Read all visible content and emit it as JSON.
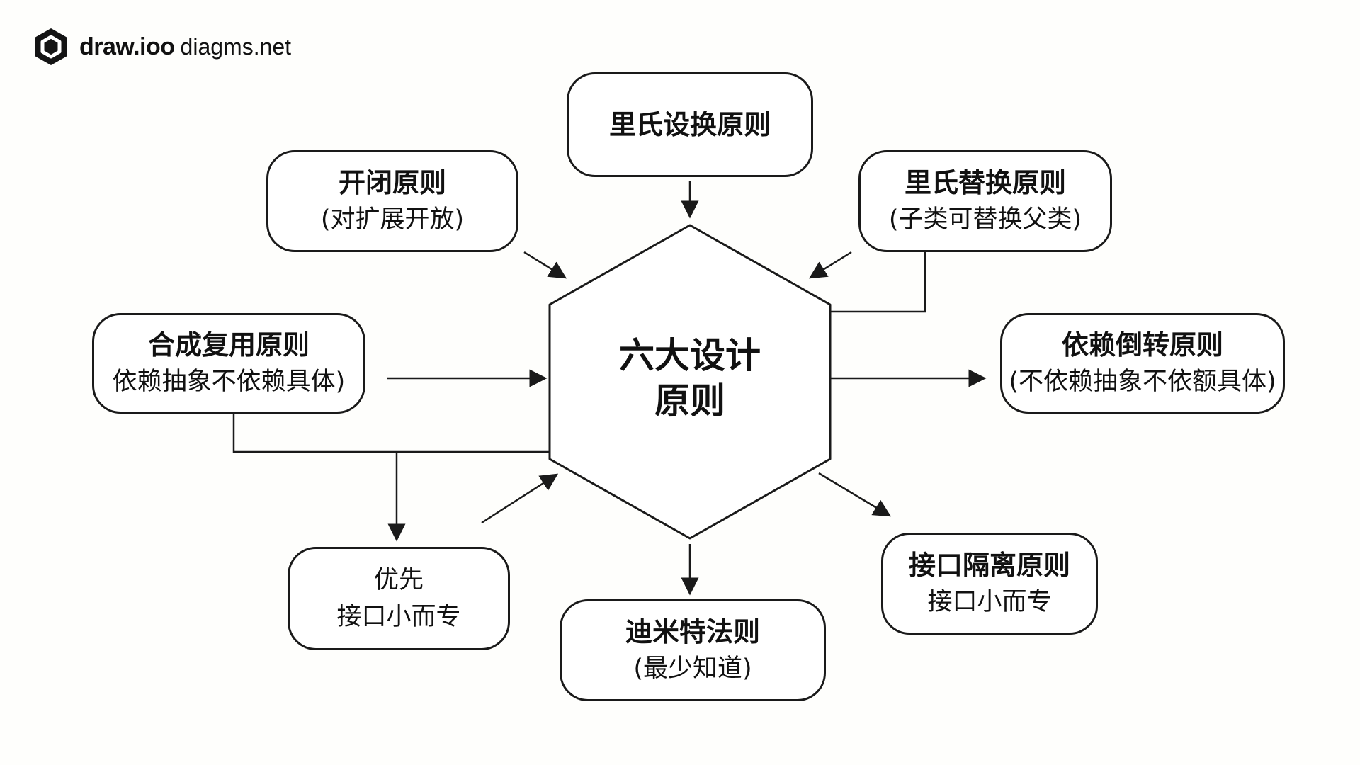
{
  "logo": {
    "icon": "drawio-logo-icon",
    "name": "draw.ioo",
    "subtitle": "diagms.net"
  },
  "center": {
    "line1": "六大设计",
    "line2": "原则"
  },
  "nodes": {
    "lsp_top": {
      "title": "里氏设换原则"
    },
    "ocp": {
      "title": "开闭原则",
      "subtitle": "(对扩展开放)"
    },
    "lsp_right": {
      "title": "里氏替换原则",
      "subtitle": "(子类可替换父类)"
    },
    "crp": {
      "title": "合成复用原则",
      "subtitle": "依赖抽象不依赖具体)"
    },
    "dip": {
      "title": "依赖倒转原则",
      "subtitle": "(不依赖抽象不依额具体)"
    },
    "prefer": {
      "line1": "优先",
      "line2": "接口小而专"
    },
    "lod": {
      "title": "迪米特法则",
      "subtitle": "(最少知道)"
    },
    "isp": {
      "title": "接口隔离原则",
      "subtitle": "接口小而专"
    }
  },
  "colors": {
    "stroke": "#1a1a1a",
    "background": "#fefefc",
    "node_fill": "#ffffff"
  }
}
